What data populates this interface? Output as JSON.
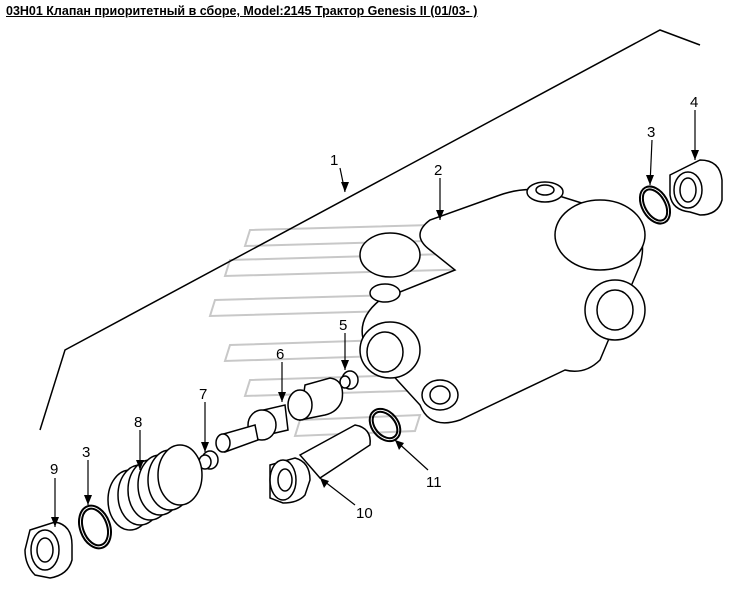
{
  "header": {
    "title": "03H01 Клапан приоритетный в сборе, Model:2145 Трактор Genesis II (01/03- )"
  },
  "diagram": {
    "callouts": [
      {
        "id": "1",
        "label": "1"
      },
      {
        "id": "2",
        "label": "2"
      },
      {
        "id": "3a",
        "label": "3"
      },
      {
        "id": "4",
        "label": "4"
      },
      {
        "id": "5",
        "label": "5"
      },
      {
        "id": "6",
        "label": "6"
      },
      {
        "id": "7",
        "label": "7"
      },
      {
        "id": "8",
        "label": "8"
      },
      {
        "id": "3b",
        "label": "3"
      },
      {
        "id": "9",
        "label": "9"
      },
      {
        "id": "10",
        "label": "10"
      },
      {
        "id": "11",
        "label": "11"
      }
    ],
    "colors": {
      "line": "#000000",
      "watermark": "#c8c8c8",
      "background": "#ffffff"
    }
  }
}
